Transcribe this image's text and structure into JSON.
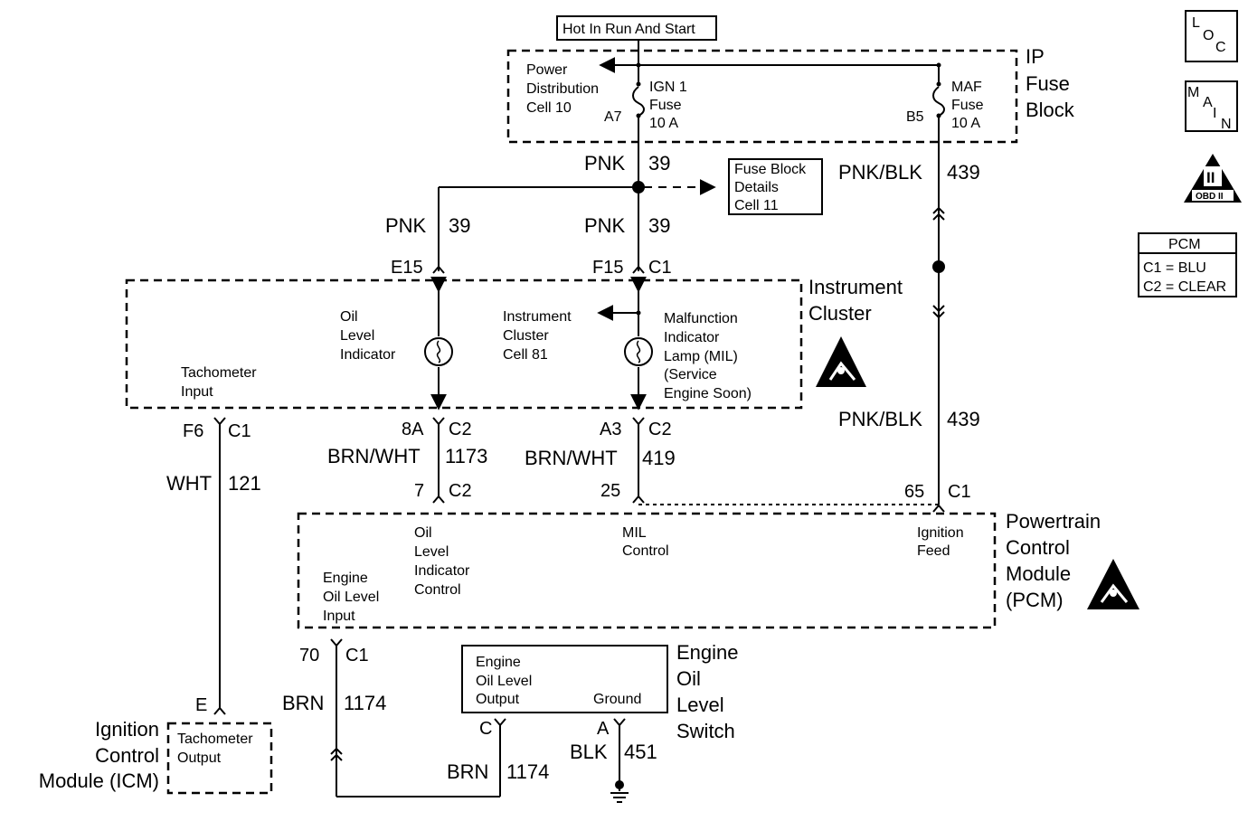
{
  "hot_label": "Hot In Run And Start",
  "fuse_block": {
    "name": [
      "IP",
      "Fuse",
      "Block"
    ],
    "pdc": [
      "Power",
      "Distribution",
      "Cell 10"
    ],
    "ign_fuse": [
      "IGN 1",
      "Fuse",
      "10 A"
    ],
    "ign_pin": "A7",
    "maf_fuse": [
      "MAF",
      "Fuse",
      "10 A"
    ],
    "maf_pin": "B5"
  },
  "fuse_details": [
    "Fuse Block",
    "Details",
    "Cell 11"
  ],
  "wires": {
    "pnk": "PNK",
    "c39": "39",
    "pnkblk": "PNK/BLK",
    "c439": "439",
    "brnwht": "BRN/WHT",
    "c1173": "1173",
    "c419": "419",
    "wht": "WHT",
    "c121": "121",
    "brn": "BRN",
    "c1174": "1174",
    "blk": "BLK",
    "c451": "451"
  },
  "connectors": {
    "e15": "E15",
    "f15": "F15",
    "c1": "C1",
    "c2": "C2",
    "f6": "F6",
    "p8a": "8A",
    "a3": "A3",
    "p7": "7",
    "p25": "25",
    "p65": "65",
    "p70": "70",
    "e": "E",
    "c": "C",
    "a": "A"
  },
  "cluster": {
    "name": [
      "Instrument",
      "Cluster"
    ],
    "oil": [
      "Oil",
      "Level",
      "Indicator"
    ],
    "cell": [
      "Instrument",
      "Cluster",
      "Cell 81"
    ],
    "mil": [
      "Malfunction",
      "Indicator",
      "Lamp (MIL)",
      "(Service",
      "Engine Soon)"
    ],
    "tach": [
      "Tachometer",
      "Input"
    ]
  },
  "pcm": {
    "name": [
      "Powertrain",
      "Control",
      "Module",
      "(PCM)"
    ],
    "oil": [
      "Oil",
      "Level",
      "Indicator",
      "Control"
    ],
    "mil": [
      "MIL",
      "Control"
    ],
    "ign": [
      "Ignition",
      "Feed"
    ],
    "eng": [
      "Engine",
      "Oil Level",
      "Input"
    ]
  },
  "icm": {
    "name": [
      "Ignition",
      "Control",
      "Module (ICM)"
    ],
    "tach": [
      "Tachometer",
      "Output"
    ]
  },
  "switch": {
    "name": [
      "Engine",
      "Oil",
      "Level",
      "Switch"
    ],
    "output": [
      "Engine",
      "Oil Level",
      "Output"
    ],
    "ground": "Ground"
  },
  "legend": {
    "loc": [
      "L",
      "O",
      "C"
    ],
    "main": [
      "M",
      "A",
      "I",
      "N"
    ],
    "obd": "OBD II",
    "obd_numeral": "II",
    "pcm_title": "PCM",
    "c1": "C1 = BLU",
    "c2": "C2 = CLEAR"
  }
}
